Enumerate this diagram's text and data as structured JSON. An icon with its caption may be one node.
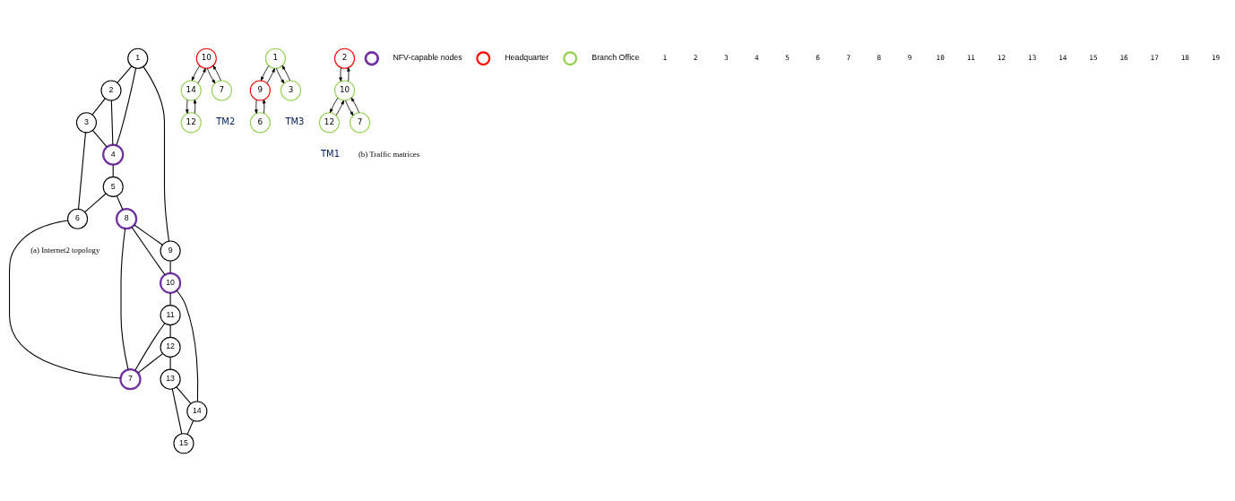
{
  "diagram": {
    "nodes": [
      {
        "text": [
          "1"
        ]
      },
      {
        "text": [
          "2"
        ]
      },
      {
        "text": [
          "3"
        ]
      },
      {
        "text": [
          "4"
        ]
      },
      {
        "text": [
          "5"
        ]
      },
      {
        "text": [
          "6"
        ]
      },
      {
        "text": [
          "7"
        ]
      },
      {
        "text": [
          "8"
        ]
      },
      {
        "text": [
          "9"
        ]
      },
      {
        "text": [
          "10"
        ]
      },
      {
        "text": [
          "11"
        ]
      },
      {
        "text": [
          "12"
        ]
      },
      {
        "text": [
          "13"
        ]
      },
      {
        "text": [
          "14"
        ]
      },
      {
        "text": [
          "15"
        ]
      },
      {
        "text": [
          "10"
        ]
      },
      {
        "text": [
          "14"
        ]
      },
      {
        "text": [
          "7"
        ]
      },
      {
        "text": [
          "12"
        ]
      },
      {
        "text": [
          "1"
        ]
      },
      {
        "text": [
          "9"
        ]
      },
      {
        "text": [
          "3"
        ]
      },
      {
        "text": [
          "6"
        ]
      },
      {
        "text": [
          "2"
        ]
      },
      {
        "text": [
          "10"
        ]
      },
      {
        "text": [
          "12"
        ]
      },
      {
        "text": [
          "7"
        ]
      }
    ],
    "edges": [
      {
        "from": 0,
        "to": 1,
        "arrow": "none"
      },
      {
        "from": 0,
        "to": 3,
        "arrow": "none"
      },
      {
        "from": 0,
        "to": 8,
        "arrow": "none"
      },
      {
        "from": 1,
        "to": 3,
        "arrow": "none"
      },
      {
        "from": 1,
        "to": 2,
        "arrow": "none"
      },
      {
        "from": 2,
        "to": 3,
        "arrow": "none"
      },
      {
        "from": 2,
        "to": 5,
        "arrow": "none"
      },
      {
        "from": 3,
        "to": 4,
        "arrow": "none"
      },
      {
        "from": 4,
        "to": 7,
        "arrow": "none"
      },
      {
        "from": 4,
        "to": 5,
        "arrow": "none"
      },
      {
        "from": 5,
        "to": 6,
        "arrow": "none"
      },
      {
        "from": 7,
        "to": 8,
        "arrow": "none"
      },
      {
        "from": 7,
        "to": 9,
        "arrow": "none"
      },
      {
        "from": 7,
        "to": 6,
        "arrow": "none"
      },
      {
        "from": 8,
        "to": 9,
        "arrow": "none"
      },
      {
        "from": 9,
        "to": 13,
        "arrow": "none"
      },
      {
        "from": 9,
        "to": 10,
        "arrow": "none"
      },
      {
        "from": 10,
        "to": 11,
        "arrow": "none"
      },
      {
        "from": 10,
        "to": 6,
        "arrow": "none"
      },
      {
        "from": 11,
        "to": 6,
        "arrow": "none"
      },
      {
        "from": 11,
        "to": 12,
        "arrow": "none"
      },
      {
        "from": 12,
        "to": 13,
        "arrow": "none"
      },
      {
        "from": 12,
        "to": 14,
        "arrow": "none"
      },
      {
        "from": 13,
        "to": 14,
        "arrow": "none"
      },
      {
        "from": 15,
        "to": 16,
        "arrow": "to"
      },
      {
        "from": 16,
        "to": 15,
        "arrow": "to"
      },
      {
        "from": 15,
        "to": 17,
        "arrow": "to"
      },
      {
        "from": 17,
        "to": 15,
        "arrow": "to"
      },
      {
        "from": 16,
        "to": 18,
        "arrow": "to"
      },
      {
        "from": 18,
        "to": 16,
        "arrow": "to"
      },
      {
        "from": 19,
        "to": 20,
        "arrow": "to"
      },
      {
        "from": 20,
        "to": 19,
        "arrow": "to"
      },
      {
        "from": 19,
        "to": 21,
        "arrow": "to"
      },
      {
        "from": 21,
        "to": 19,
        "arrow": "to"
      },
      {
        "from": 20,
        "to": 22,
        "arrow": "to"
      },
      {
        "from": 22,
        "to": 20,
        "arrow": "to"
      },
      {
        "from": 23,
        "to": 24,
        "arrow": "to"
      },
      {
        "from": 24,
        "to": 23,
        "arrow": "to"
      },
      {
        "from": 24,
        "to": 25,
        "arrow": "to"
      },
      {
        "from": 25,
        "to": 24,
        "arrow": "to"
      },
      {
        "from": 24,
        "to": 26,
        "arrow": "to"
      },
      {
        "from": 26,
        "to": 24,
        "arrow": "to"
      }
    ],
    "labels": [
      "1",
      "2",
      "3",
      "4",
      "5",
      "6",
      "7",
      "8",
      "9",
      "10",
      "11",
      "12",
      "13",
      "14",
      "15",
      "16",
      "17",
      "18",
      "19",
      "TM2",
      "TM3",
      "TM1",
      "(a) Internet2 topology",
      "(b) Traffic matrices"
    ],
    "legend": [
      {
        "text": "NFV-capable nodes",
        "color": "#7030a0"
      },
      {
        "text": "Headquarter",
        "color": "#ff0000"
      },
      {
        "text": "Branch Office",
        "color": "#92d050"
      }
    ]
  }
}
